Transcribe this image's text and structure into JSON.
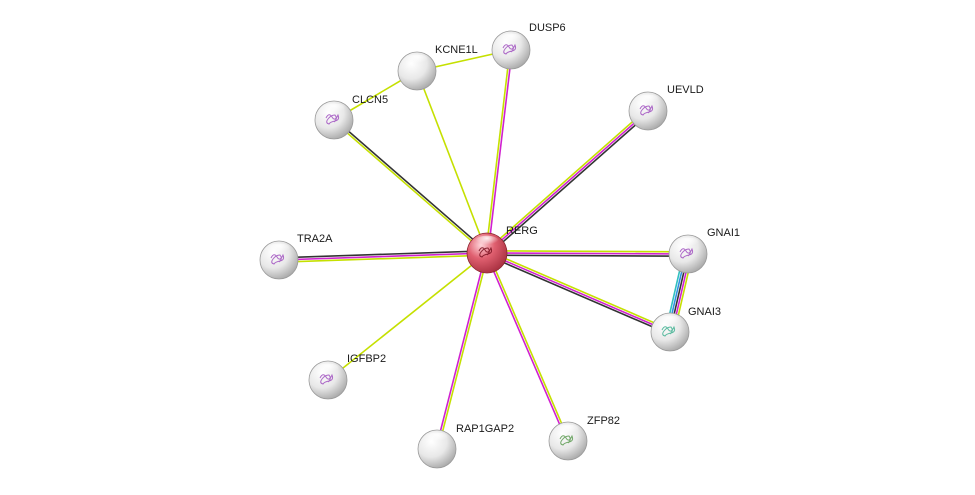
{
  "network": {
    "center_node": "RERG",
    "nodes": [
      {
        "id": "RERG",
        "label": "RERG",
        "color": "#d9505f",
        "glyph": "protein-structure"
      },
      {
        "id": "DUSP6",
        "label": "DUSP6",
        "color": "#e6e6e6",
        "glyph": "protein-structure"
      },
      {
        "id": "KCNE1L",
        "label": "KCNE1L",
        "color": "#e6e6e6",
        "glyph": "none"
      },
      {
        "id": "CLCN5",
        "label": "CLCN5",
        "color": "#e6e6e6",
        "glyph": "protein-structure"
      },
      {
        "id": "UEVLD",
        "label": "UEVLD",
        "color": "#e6e6e6",
        "glyph": "protein-structure"
      },
      {
        "id": "TRA2A",
        "label": "TRA2A",
        "color": "#e6e6e6",
        "glyph": "protein-structure"
      },
      {
        "id": "GNAI1",
        "label": "GNAI1",
        "color": "#e6e6e6",
        "glyph": "protein-structure"
      },
      {
        "id": "GNAI3",
        "label": "GNAI3",
        "color": "#e6e6e6",
        "glyph": "protein-structure"
      },
      {
        "id": "IGFBP2",
        "label": "IGFBP2",
        "color": "#e6e6e6",
        "glyph": "protein-structure"
      },
      {
        "id": "RAP1GAP2",
        "label": "RAP1GAP2",
        "color": "#e6e6e6",
        "glyph": "none"
      },
      {
        "id": "ZFP82",
        "label": "ZFP82",
        "color": "#e6e6e6",
        "glyph": "protein-structure"
      }
    ],
    "edges": [
      {
        "from": "RERG",
        "to": "DUSP6",
        "colors": [
          "#c5e000",
          "#d020d0"
        ]
      },
      {
        "from": "RERG",
        "to": "KCNE1L",
        "colors": [
          "#c5e000"
        ]
      },
      {
        "from": "RERG",
        "to": "CLCN5",
        "colors": [
          "#c5e000",
          "#333333"
        ]
      },
      {
        "from": "RERG",
        "to": "UEVLD",
        "colors": [
          "#c5e000",
          "#d020d0",
          "#333333"
        ]
      },
      {
        "from": "RERG",
        "to": "TRA2A",
        "colors": [
          "#c5e000",
          "#d020d0",
          "#333333"
        ]
      },
      {
        "from": "RERG",
        "to": "GNAI1",
        "colors": [
          "#c5e000",
          "#d020d0",
          "#333333"
        ]
      },
      {
        "from": "RERG",
        "to": "GNAI3",
        "colors": [
          "#c5e000",
          "#d020d0",
          "#333333"
        ]
      },
      {
        "from": "RERG",
        "to": "IGFBP2",
        "colors": [
          "#c5e000"
        ]
      },
      {
        "from": "RERG",
        "to": "RAP1GAP2",
        "colors": [
          "#c5e000",
          "#d020d0"
        ]
      },
      {
        "from": "RERG",
        "to": "ZFP82",
        "colors": [
          "#c5e000",
          "#d020d0"
        ]
      },
      {
        "from": "KCNE1L",
        "to": "DUSP6",
        "colors": [
          "#c5e000"
        ]
      },
      {
        "from": "KCNE1L",
        "to": "CLCN5",
        "colors": [
          "#c5e000"
        ]
      },
      {
        "from": "GNAI1",
        "to": "GNAI3",
        "colors": [
          "#c5e000",
          "#d020d0",
          "#333333",
          "#3090e0",
          "#30c0c0"
        ]
      }
    ]
  }
}
